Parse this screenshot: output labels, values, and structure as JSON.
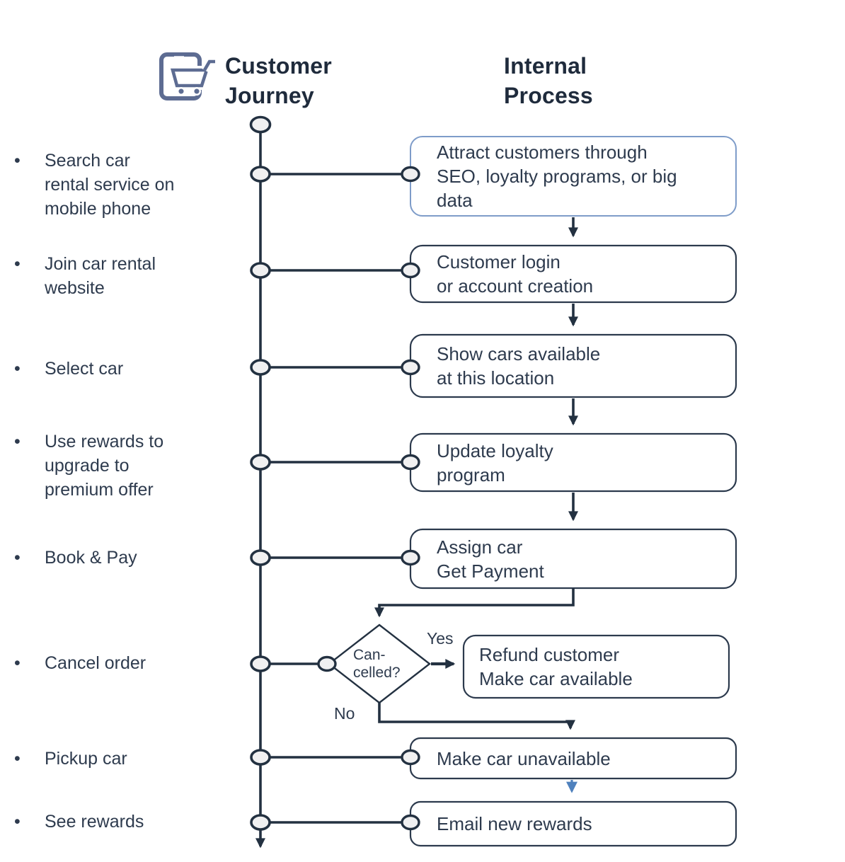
{
  "header": {
    "customer_journey_title": "Customer\nJourney",
    "internal_process_title": "Internal\nProcess",
    "icon": "mobile-shopping-cart-icon"
  },
  "journey_steps": [
    "Search car\nrental service on\nmobile phone",
    "Join car rental\nwebsite",
    "Select car",
    "Use rewards to\nupgrade to\npremium offer",
    "Book & Pay",
    "Cancel order",
    "Pickup car",
    "See rewards"
  ],
  "process_boxes": [
    "Attract customers through\nSEO, loyalty programs, or big\ndata",
    "Customer login\nor account creation",
    "Show cars available\nat this location",
    "Update loyalty\nprogram",
    "Assign car\nGet Payment",
    "Refund customer\nMake car available",
    "Make car unavailable",
    "Email new rewards"
  ],
  "decision": {
    "question": "Can-\ncelled?",
    "yes_label": "Yes",
    "no_label": "No"
  },
  "colors": {
    "line": "#233141",
    "box_border": "#2c3a4d",
    "highlight_box_border": "#7e9cc9",
    "blue_arrow": "#4f81bd",
    "text": "#2e3b4e",
    "title_text": "#1f2b3c",
    "icon": "#5d6c92",
    "node_fill": "#f0f0f1"
  }
}
